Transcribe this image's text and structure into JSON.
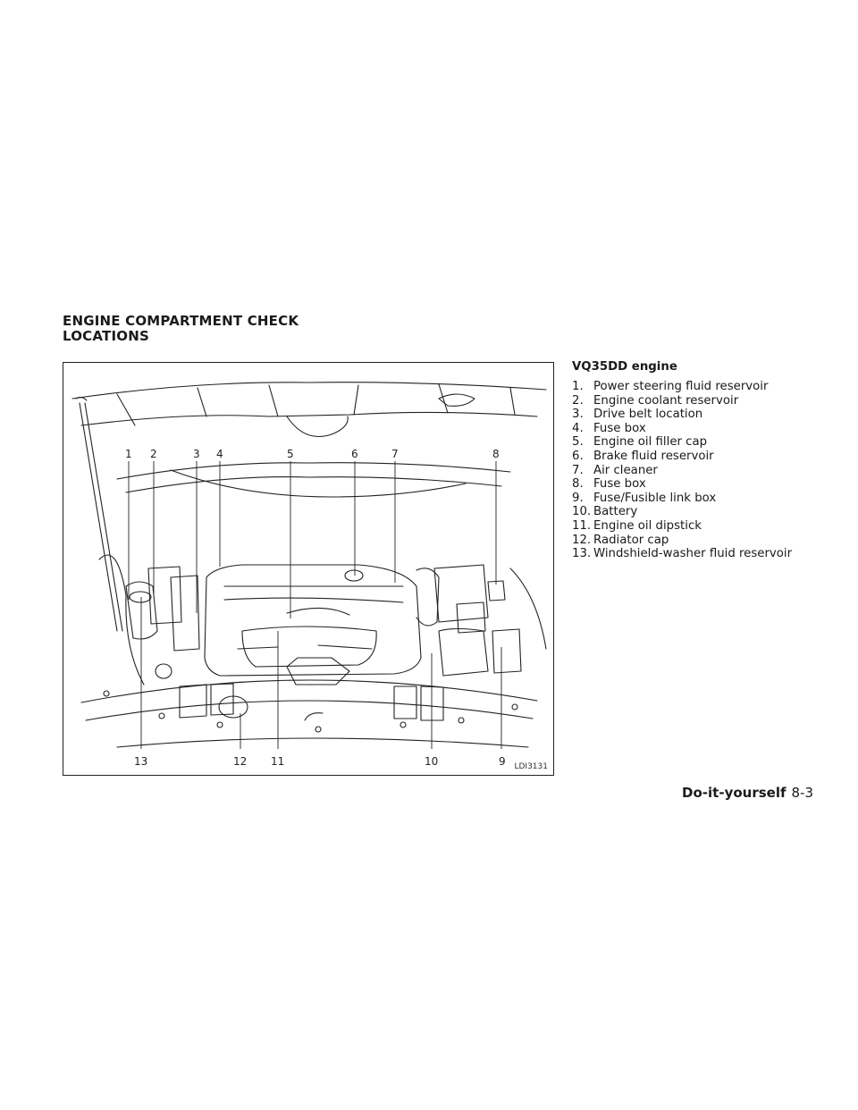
{
  "section_title": [
    "ENGINE COMPARTMENT CHECK",
    "LOCATIONS"
  ],
  "figure": {
    "id": "LDI3131",
    "callouts_top": [
      "1",
      "2",
      "3",
      "4",
      "5",
      "6",
      "7",
      "8"
    ],
    "callouts_bottom": [
      "13",
      "12",
      "11",
      "10",
      "9"
    ]
  },
  "legend": {
    "title": "VQ35DD engine",
    "items": [
      {
        "n": "1.",
        "text": "Power steering fluid reservoir"
      },
      {
        "n": "2.",
        "text": "Engine coolant reservoir"
      },
      {
        "n": "3.",
        "text": "Drive belt location"
      },
      {
        "n": "4.",
        "text": "Fuse box"
      },
      {
        "n": "5.",
        "text": "Engine oil filler cap"
      },
      {
        "n": "6.",
        "text": "Brake fluid reservoir"
      },
      {
        "n": "7.",
        "text": "Air cleaner"
      },
      {
        "n": "8.",
        "text": "Fuse box"
      },
      {
        "n": "9.",
        "text": "Fuse/Fusible link box"
      },
      {
        "n": "10.",
        "text": "Battery"
      },
      {
        "n": "11.",
        "text": "Engine oil dipstick"
      },
      {
        "n": "12.",
        "text": "Radiator cap"
      },
      {
        "n": "13.",
        "text": "Windshield-washer fluid reservoir"
      }
    ]
  },
  "footer": {
    "section": "Do-it-yourself",
    "page": "8-3"
  }
}
